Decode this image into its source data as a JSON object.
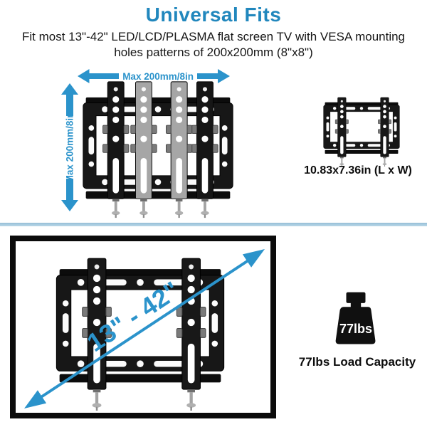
{
  "title": "Universal Fits",
  "subtitle_line1": "Fit most 13\"-42\" LED/LCD/PLASMA flat screen TV with VESA mounting",
  "subtitle_line2": "holes patterns of 200x200mm (8\"x8\")",
  "colors": {
    "accent_blue": "#2b93cb",
    "title_blue": "#2187bd",
    "divider_blue": "#a8cce0",
    "mount_black": "#171717",
    "ghost_gray": "#a6a6a6"
  },
  "top_diagram": {
    "horizontal_label": "Max 200mm/8in",
    "vertical_label": "Max 200mm/8in",
    "side_caption": "10.83x7.36in (L x W)"
  },
  "bottom_diagram": {
    "diagonal_label": "13\" - 42\"",
    "weight_badge": "77lbs",
    "load_caption": "77lbs Load Capacity"
  }
}
